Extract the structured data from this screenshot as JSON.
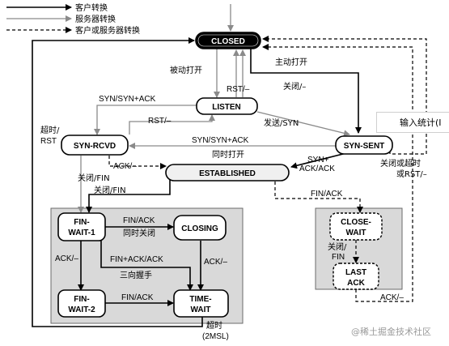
{
  "legend": [
    {
      "label": "客户转换",
      "style": "solid-black"
    },
    {
      "label": "服务器转换",
      "style": "solid-grey"
    },
    {
      "label": "客户或服务器转换",
      "style": "dashed"
    }
  ],
  "states": {
    "closed": "CLOSED",
    "listen": "LISTEN",
    "syn_rcvd": "SYN-RCVD",
    "syn_sent": "SYN-SENT",
    "established": "ESTABLISHED",
    "fin_wait_1_a": "FIN-",
    "fin_wait_1_b": "WAIT-1",
    "closing": "CLOSING",
    "fin_wait_2_a": "FIN-",
    "fin_wait_2_b": "WAIT-2",
    "time_wait_a": "TIME-",
    "time_wait_b": "WAIT",
    "close_wait_a": "CLOSE-",
    "close_wait_b": "WAIT",
    "last_ack_a": "LAST",
    "last_ack_b": "ACK"
  },
  "transitions": {
    "passive_open": "被动打开",
    "active_open": "主动打开",
    "rst_listen": "RST/–",
    "close_listen": "关闭/–",
    "syn_synack": "SYN/SYN+ACK",
    "rst_synrcvd": "RST/–",
    "send_syn": "发送/SYN",
    "timeout": "超时/",
    "rst": "RST",
    "syn_synack_2": "SYN/SYN+ACK",
    "simultaneous_open": "同时打开",
    "syn_plus": "SYN+",
    "ack_ack": "ACK/ACK",
    "close_timeout": "关闭或超时",
    "or_rst": "或RST/–",
    "ack_dash": "ACK/–",
    "close_fin_1": "关闭/FIN",
    "close_fin_2": "关闭/FIN",
    "fin_ack_estab": "FIN/ACK",
    "fin_ack_closing": "FIN/ACK",
    "simultaneous_close": "同时关闭",
    "ack_fw1": "ACK/–",
    "fin_ack_ack": "FIN+ACK/ACK",
    "three_way": "三向握手",
    "ack_closing": "ACK/–",
    "fin_ack_fw2": "FIN/ACK",
    "close_fin_cw_a": "关闭/",
    "close_fin_cw_b": "FIN",
    "ack_lastack": "ACK/–",
    "timeout_2msl_a": "超时",
    "timeout_2msl_b": "(2MSL)"
  },
  "overlay": {
    "input_stats": "输入统计(I",
    "watermark": "@稀土掘金技术社区"
  }
}
